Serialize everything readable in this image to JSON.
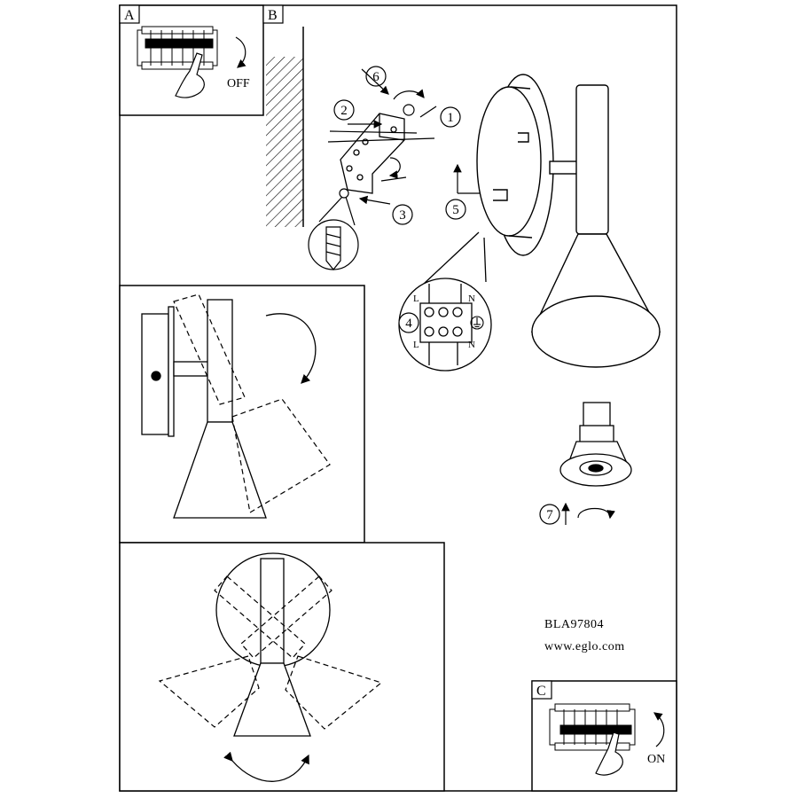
{
  "panels": {
    "a": {
      "letter": "A",
      "switch_label": "OFF"
    },
    "b": {
      "letter": "B"
    },
    "c": {
      "letter": "C",
      "switch_label": "ON"
    }
  },
  "steps": [
    "1",
    "2",
    "3",
    "4",
    "5",
    "6",
    "7"
  ],
  "terminal": {
    "top": [
      "L",
      "N"
    ],
    "bottom": [
      "L",
      "N"
    ]
  },
  "footer": {
    "model": "BLA97804",
    "website": "www.eglo.com"
  }
}
